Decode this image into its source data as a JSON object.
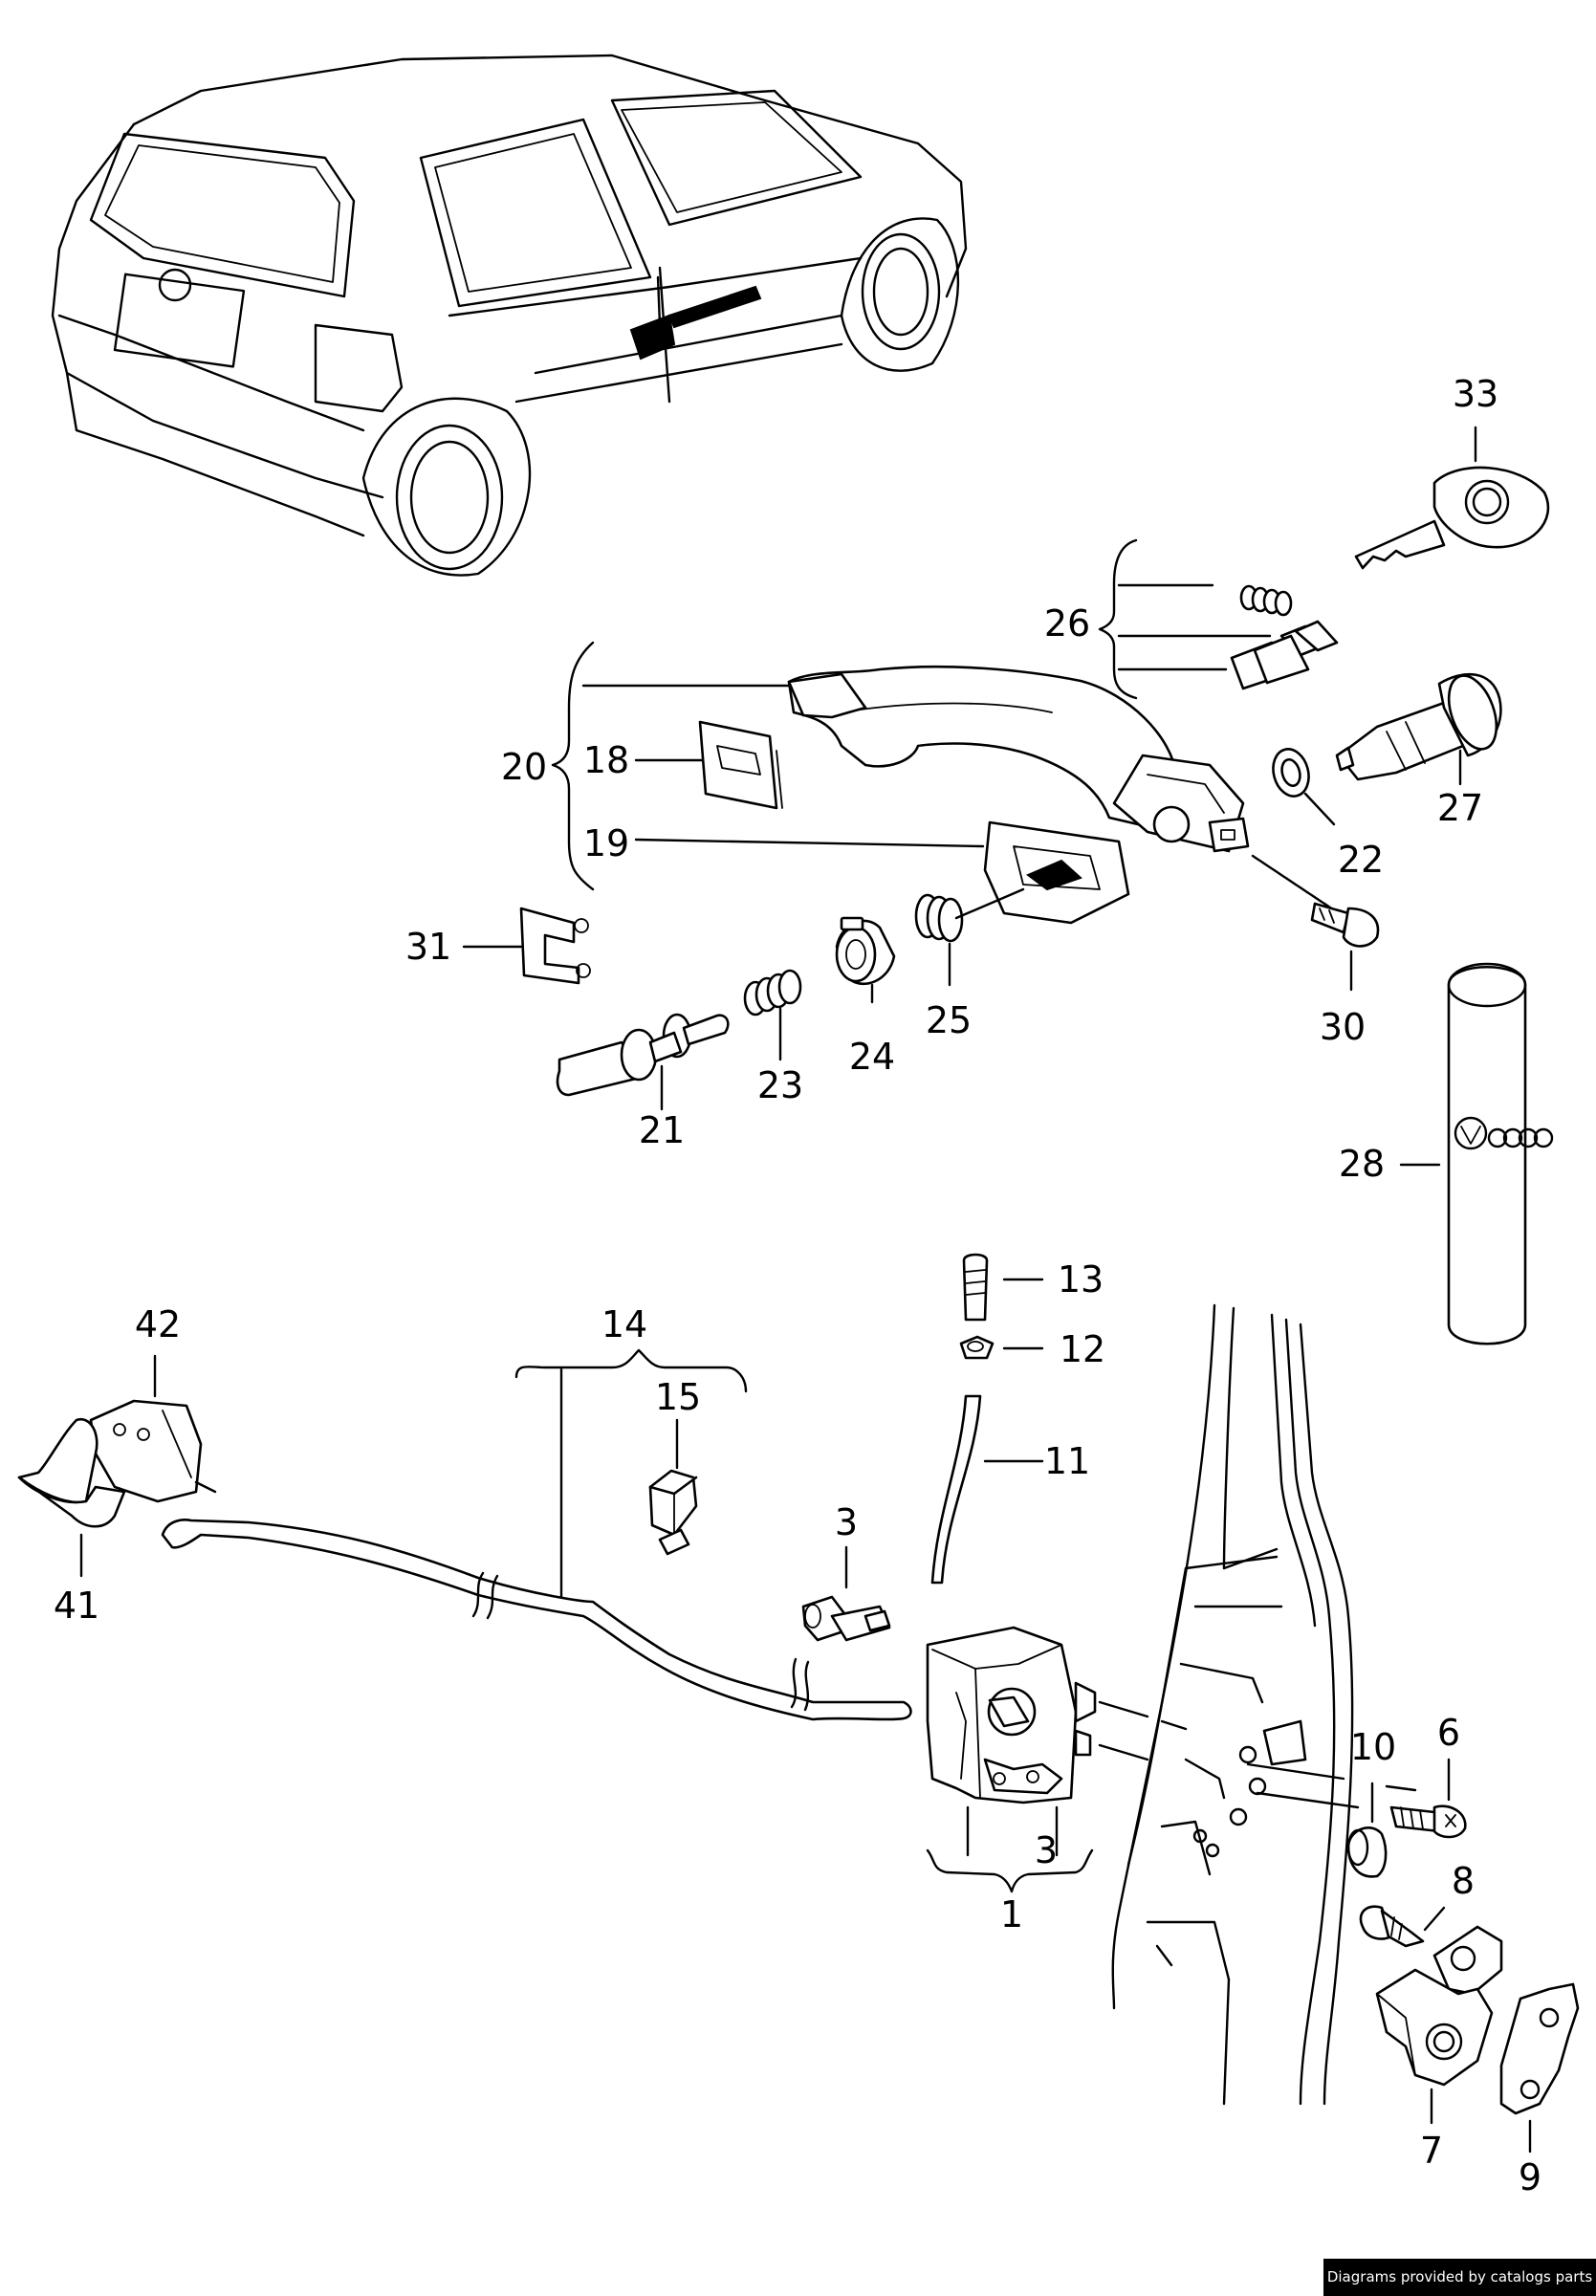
{
  "callouts": [
    {
      "id": "c33",
      "text": "33"
    },
    {
      "id": "c26",
      "text": "26"
    },
    {
      "id": "c20",
      "text": "20"
    },
    {
      "id": "c18",
      "text": "18"
    },
    {
      "id": "c19",
      "text": "19"
    },
    {
      "id": "c27",
      "text": "27"
    },
    {
      "id": "c22",
      "text": "22"
    },
    {
      "id": "c31",
      "text": "31"
    },
    {
      "id": "c30",
      "text": "30"
    },
    {
      "id": "c25",
      "text": "25"
    },
    {
      "id": "c24",
      "text": "24"
    },
    {
      "id": "c23",
      "text": "23"
    },
    {
      "id": "c21",
      "text": "21"
    },
    {
      "id": "c28",
      "text": "28"
    },
    {
      "id": "c13",
      "text": "13"
    },
    {
      "id": "c12",
      "text": "12"
    },
    {
      "id": "c11",
      "text": "11"
    },
    {
      "id": "c42",
      "text": "42"
    },
    {
      "id": "c14",
      "text": "14"
    },
    {
      "id": "c15",
      "text": "15"
    },
    {
      "id": "c41",
      "text": "41"
    },
    {
      "id": "c3a",
      "text": "3"
    },
    {
      "id": "c10",
      "text": "10"
    },
    {
      "id": "c6",
      "text": "6"
    },
    {
      "id": "c3b",
      "text": "3"
    },
    {
      "id": "c1",
      "text": "1"
    },
    {
      "id": "c8",
      "text": "8"
    },
    {
      "id": "c7",
      "text": "7"
    },
    {
      "id": "c9",
      "text": "9"
    }
  ],
  "credit": "Diagrams provided by catalogs parts"
}
